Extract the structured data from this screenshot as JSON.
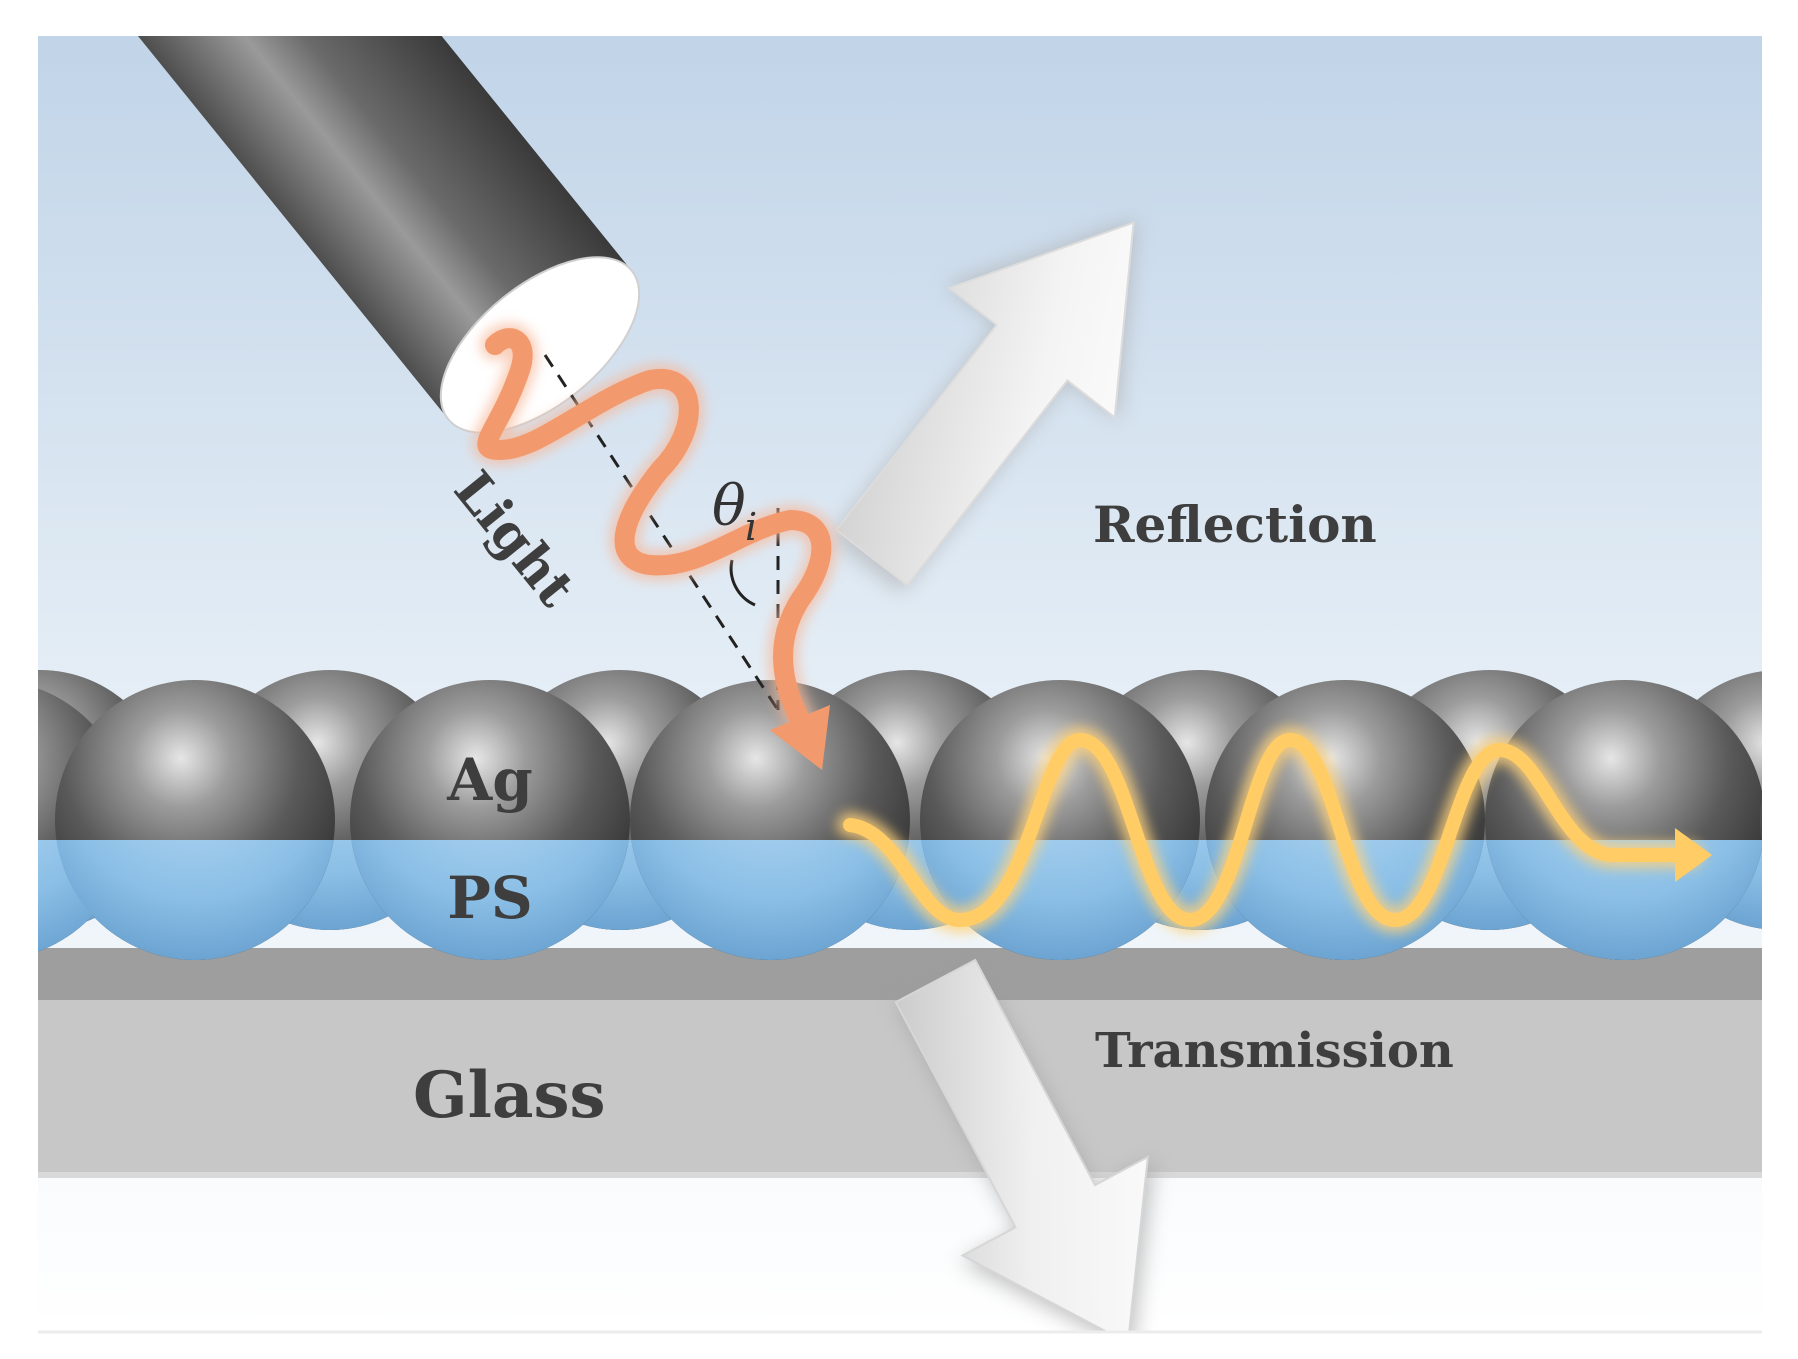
{
  "labels": {
    "light": "Light",
    "theta": "θ",
    "theta_sub": "i",
    "reflection": "Reflection",
    "transmission": "Transmission",
    "ag": "Ag",
    "ps": "PS",
    "glass": "Glass"
  },
  "colors": {
    "sky_top": "#c1d4e8",
    "sky_bottom": "#ffffff",
    "fiber": "#7a7a7a",
    "incident_wave": "#f29a6e",
    "surface_wave": "#ffcc66",
    "ps_blue": "#7fb6e2",
    "glass": "#c7c7c7"
  }
}
